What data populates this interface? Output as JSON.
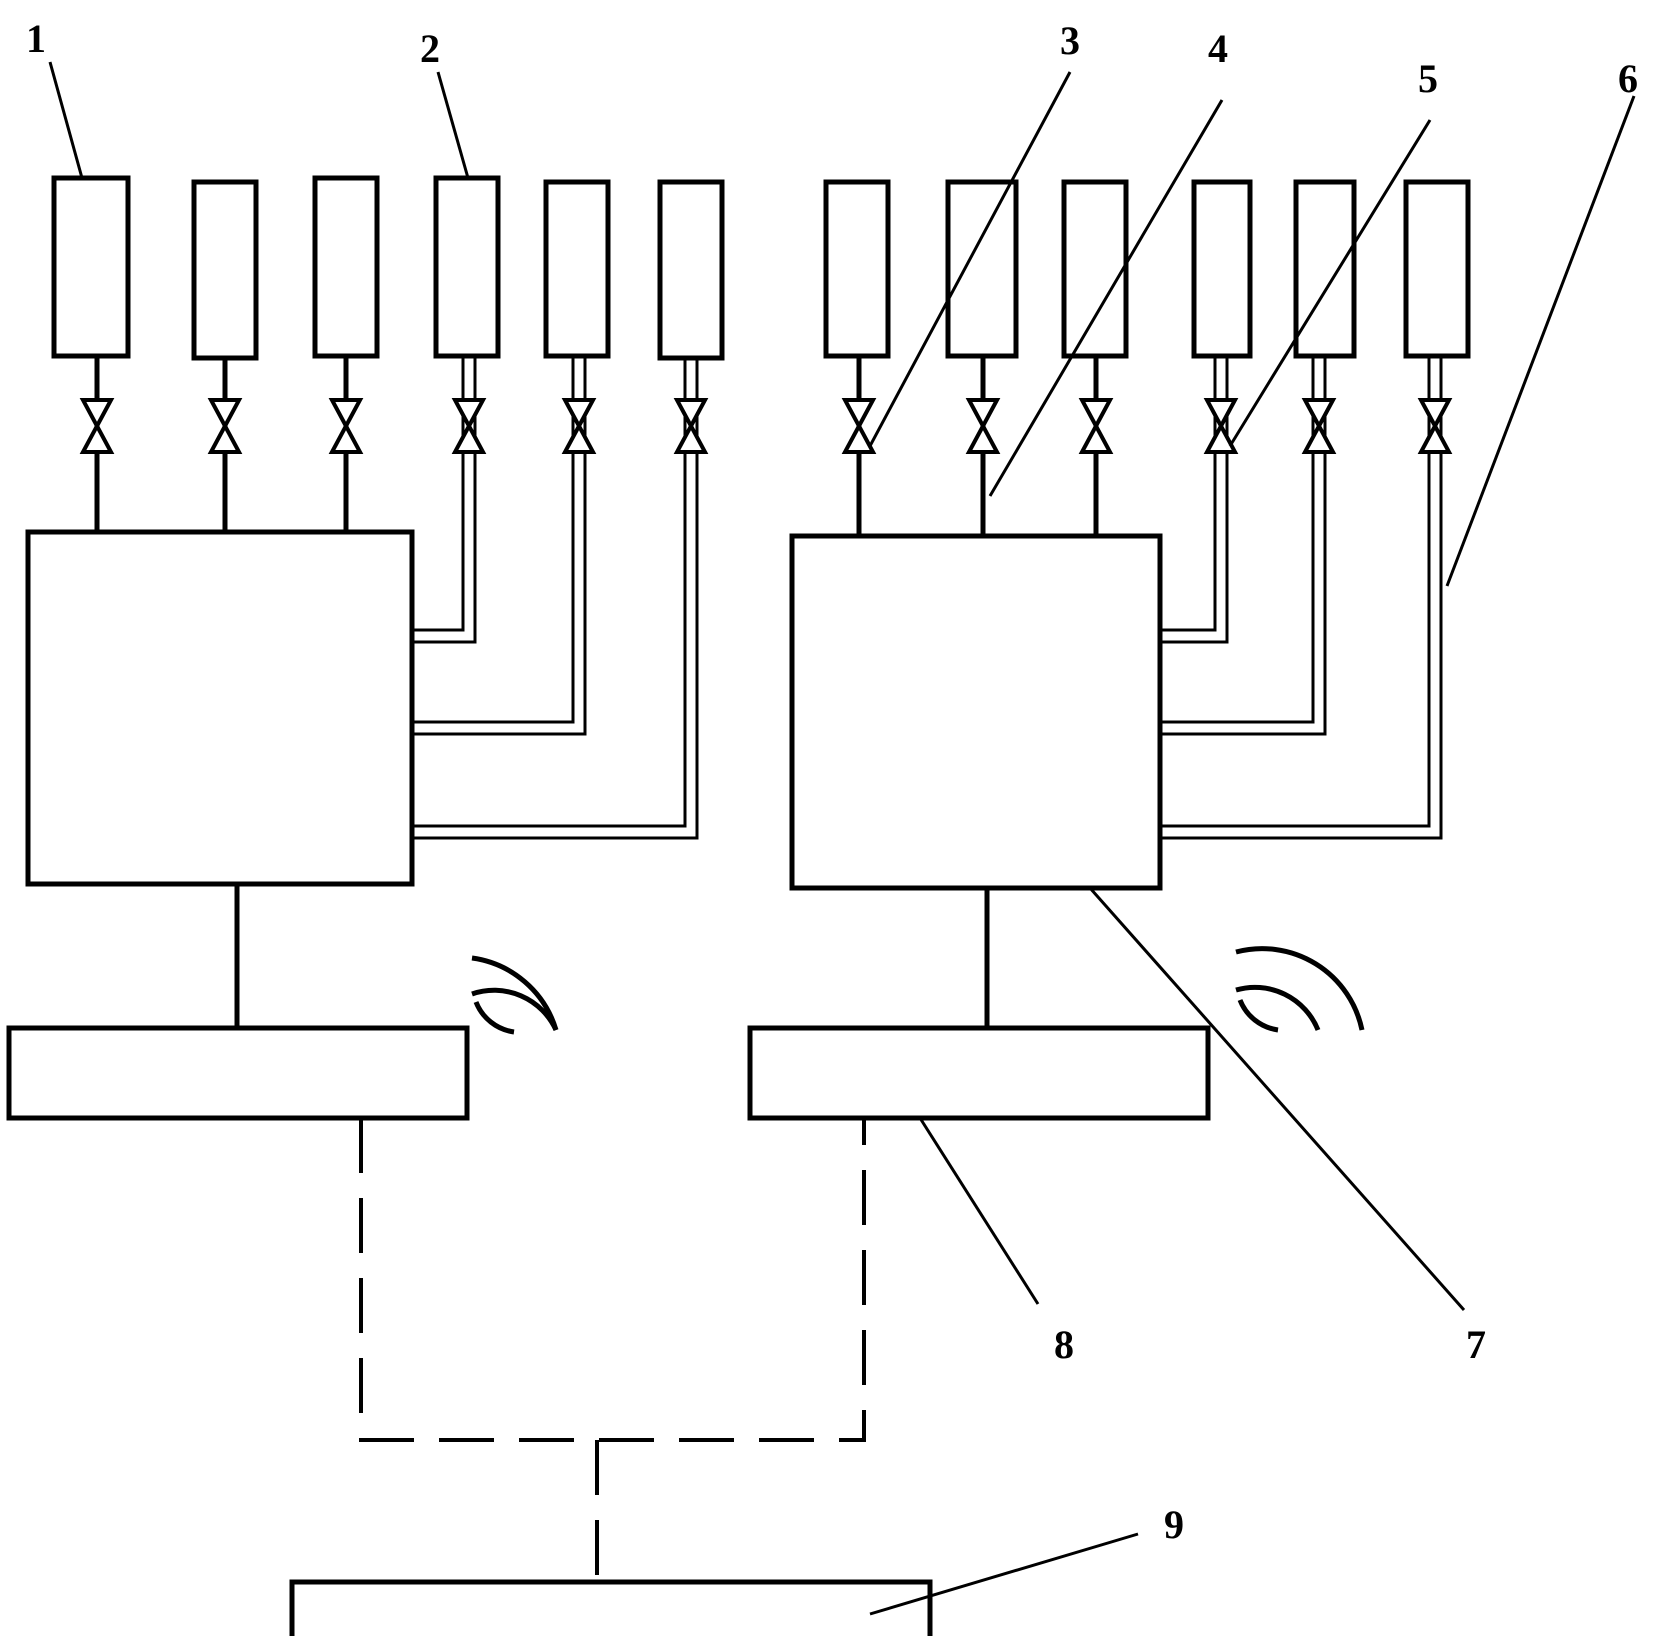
{
  "labels": {
    "l1": "1",
    "l2": "2",
    "l3": "3",
    "l4": "4",
    "l5": "5",
    "l6": "6",
    "l7": "7",
    "l8": "8",
    "l9": "9"
  },
  "icons": {
    "valve": "valve-icon",
    "wireless": "wireless-signal-icon"
  }
}
